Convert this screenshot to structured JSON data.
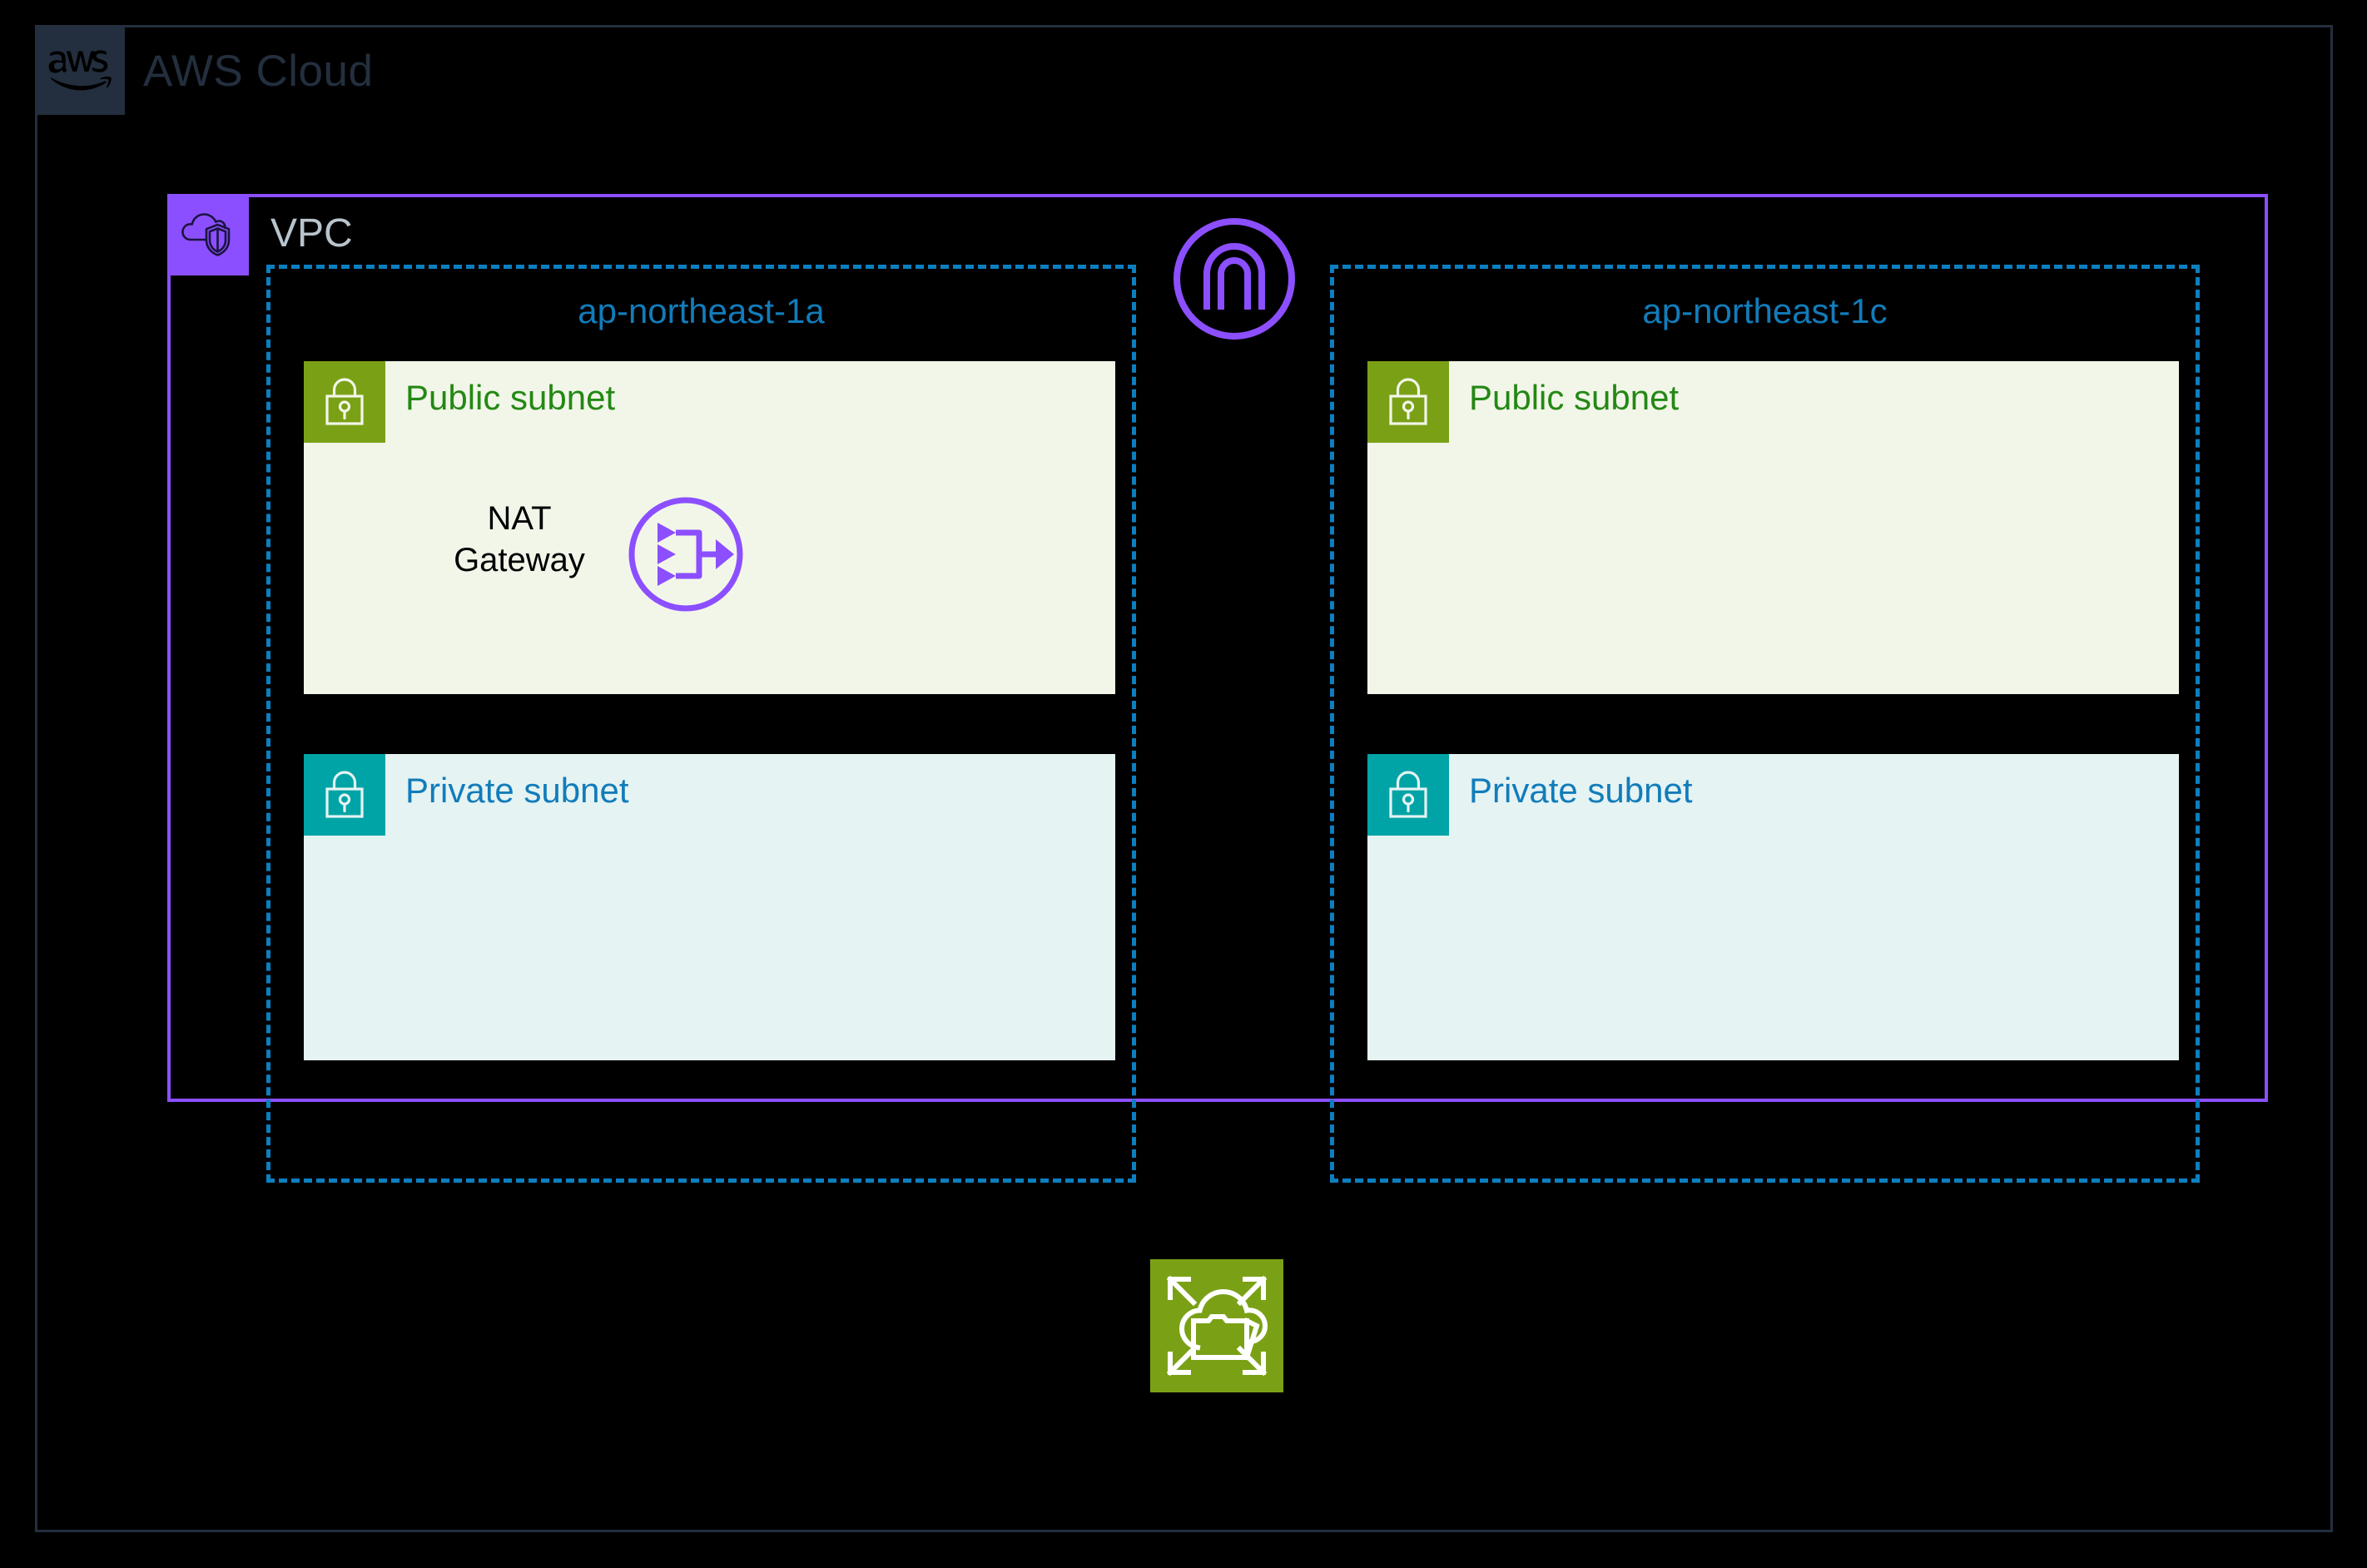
{
  "cloud": {
    "title": "AWS Cloud",
    "logo_icon": "aws-logo-icon",
    "border_color": "#232f3e"
  },
  "vpc": {
    "title": "VPC",
    "icon": "vpc-cloud-shield-icon",
    "border_color": "#8c4fff",
    "icon_bg": "#8c4fff",
    "title_color": "#b8c4cc"
  },
  "availability_zones": [
    {
      "id": "az-1a",
      "label": "ap-northeast-1a",
      "label_color": "#127cba",
      "border_color": "#0c7fc0",
      "subnets": [
        {
          "type": "public",
          "label": "Public subnet",
          "icon": "lock-icon",
          "icon_bg": "#7aa116",
          "bg": "#f2f6e9",
          "label_color": "#248814"
        },
        {
          "type": "private",
          "label": "Private subnet",
          "icon": "lock-icon",
          "icon_bg": "#00a4a6",
          "bg": "#e5f3f3",
          "label_color": "#127cba"
        }
      ]
    },
    {
      "id": "az-1c",
      "label": "ap-northeast-1c",
      "label_color": "#127cba",
      "border_color": "#0c7fc0",
      "subnets": [
        {
          "type": "public",
          "label": "Public subnet",
          "icon": "lock-icon",
          "icon_bg": "#7aa116",
          "bg": "#f2f6e9",
          "label_color": "#248814"
        },
        {
          "type": "private",
          "label": "Private subnet",
          "icon": "lock-icon",
          "icon_bg": "#00a4a6",
          "bg": "#e5f3f3",
          "label_color": "#127cba"
        }
      ]
    }
  ],
  "resources": {
    "nat_gateway": {
      "label_line1": "NAT",
      "label_line2": "Gateway",
      "icon": "nat-gateway-icon",
      "color": "#8c4fff",
      "label_color": "#000000"
    },
    "internet_gateway": {
      "icon": "internet-gateway-icon",
      "color": "#8c4fff"
    },
    "cloud_storage": {
      "icon": "cloud-storage-expand-icon",
      "bg": "#7aa116",
      "glyph_color": "#ffffff"
    }
  }
}
